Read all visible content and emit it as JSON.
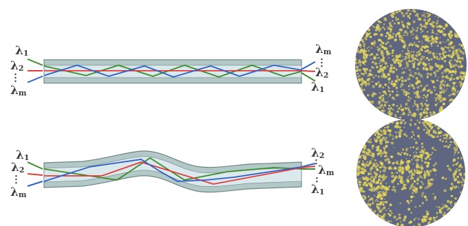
{
  "panels": [
    {
      "name": "straight-fiber",
      "input_labels": [
        {
          "symbol": "λ",
          "sub": "1"
        },
        {
          "symbol": "λ",
          "sub": "2"
        },
        {
          "symbol": "λ",
          "sub": "m"
        }
      ],
      "output_labels": [
        {
          "symbol": "λ",
          "sub": "m"
        },
        {
          "symbol": "λ",
          "sub": "2"
        },
        {
          "symbol": "λ",
          "sub": "1"
        }
      ]
    },
    {
      "name": "bent-fiber",
      "input_labels": [
        {
          "symbol": "λ",
          "sub": "1"
        },
        {
          "symbol": "λ",
          "sub": "2"
        },
        {
          "symbol": "λ",
          "sub": "m"
        }
      ],
      "output_labels": [
        {
          "symbol": "λ",
          "sub": "2"
        },
        {
          "symbol": "λ",
          "sub": "m"
        },
        {
          "symbol": "λ",
          "sub": "1"
        }
      ]
    }
  ],
  "colors": {
    "fiber_cladding": "#b3c9c8",
    "fiber_core": "#dbe8ec",
    "fiber_outline": "#6f8585",
    "ray_green": "#3c8c2a",
    "ray_red": "#e03c3c",
    "ray_blue": "#2f5fc8",
    "speckle_background": "#5f6680",
    "speckle_yellow": "#e0d25a"
  }
}
